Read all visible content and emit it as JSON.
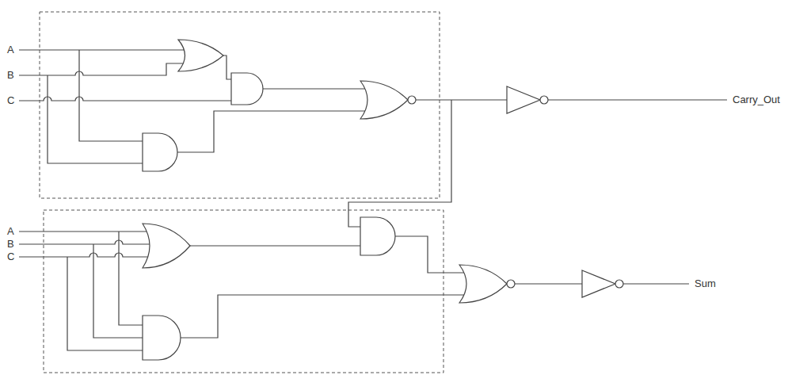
{
  "diagram": {
    "labels": [
      "A",
      "B",
      "C",
      "Carry_Out",
      "A",
      "B",
      "C",
      "Sum"
    ]
  }
}
